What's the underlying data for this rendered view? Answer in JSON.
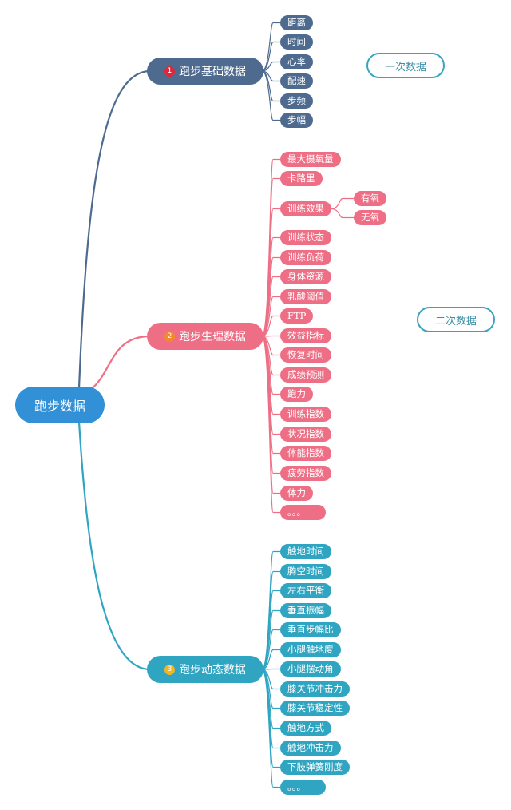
{
  "root": {
    "label": "跑步数据"
  },
  "branches": [
    {
      "num": "1",
      "label": "跑步基础数据",
      "color": "#4e6b8f",
      "num_color": "#e0263a",
      "leaves": [
        "距离",
        "时间",
        "心率",
        "配速",
        "步频",
        "步幅"
      ]
    },
    {
      "num": "2",
      "label": "跑步生理数据",
      "color": "#ee6f85",
      "num_color": "#f28a2d",
      "leaves": [
        "最大摄氧量",
        "卡路里",
        "训练效果",
        "训练状态",
        "训练负荷",
        "身体资源",
        "乳酸阈值",
        "FTP",
        "效益指标",
        "恢复时间",
        "成绩预测",
        "跑力",
        "训练指数",
        "状况指数",
        "体能指数",
        "疲劳指数",
        "体力",
        "。。。"
      ],
      "sub": {
        "parent": "训练效果",
        "items": [
          "有氧",
          "无氧"
        ]
      }
    },
    {
      "num": "3",
      "label": "跑步动态数据",
      "color": "#2fa5c2",
      "num_color": "#f3b51e",
      "leaves": [
        "触地时间",
        "腾空时间",
        "左右平衡",
        "垂直振幅",
        "垂直步幅比",
        "小腿触地度",
        "小腿摆动角",
        "膝关节冲击力",
        "膝关节稳定性",
        "触地方式",
        "触地冲击力",
        "下肢弹簧刚度",
        "。。。"
      ]
    }
  ],
  "labels": {
    "primary": "一次数据",
    "secondary": "二次数据"
  }
}
